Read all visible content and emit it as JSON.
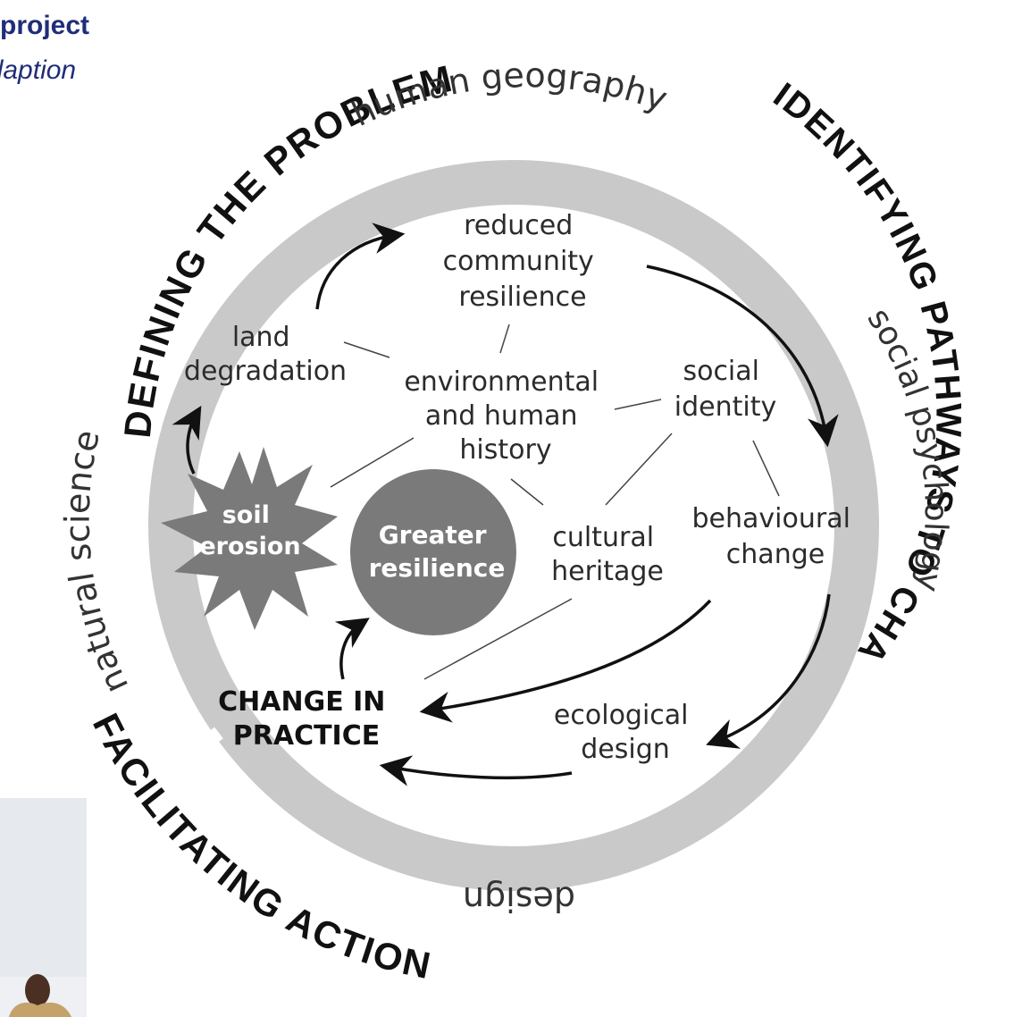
{
  "header": {
    "project_label": "project",
    "subtitle_fragment": "adaption"
  },
  "ring_arcs": {
    "top": "DEFINING THE PROBLEM",
    "right": "IDENTIFYING PATHWAYS TO CHANGE",
    "bottom": "FACILITATING ACTION"
  },
  "band_labels": {
    "top": "human geography",
    "right": "social psychology",
    "bottom": "design",
    "left": "natural science"
  },
  "nodes": {
    "reduced_resilience": [
      "reduced",
      "community",
      "resilience"
    ],
    "land_degradation": [
      "land",
      "degradation"
    ],
    "env_history": [
      "environmental",
      "and human",
      "history"
    ],
    "social_identity": [
      "social",
      "identity"
    ],
    "soil_erosion": [
      "soil",
      "erosion"
    ],
    "greater_resilience": [
      "Greater",
      "resilience"
    ],
    "cultural_heritage": [
      "cultural",
      "heritage"
    ],
    "behavioural_change": [
      "behavioural",
      "change"
    ],
    "change_in_practice": [
      "CHANGE IN",
      "PRACTICE"
    ],
    "ecological_design": [
      "ecological",
      "design"
    ]
  },
  "colors": {
    "ring": "#c7c7c7",
    "band": "#dedede",
    "node_gray": "#7a7a7a",
    "text": "#2b2b2b",
    "header_blue": "#1f2d7a"
  }
}
